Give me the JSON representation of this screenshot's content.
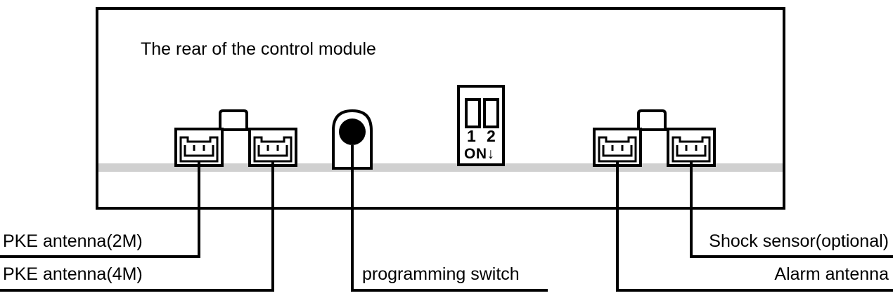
{
  "diagram": {
    "title": "The rear of the control module",
    "module": {
      "body_fill": "#ffffff",
      "outline_color": "#000000",
      "band_color": "#d0d0d0"
    },
    "dip_switch": {
      "position_labels": [
        "1",
        "2"
      ],
      "on_label": "ON",
      "arrow_glyph": "↓",
      "switch_states": [
        "off",
        "off"
      ]
    },
    "callouts": [
      {
        "id": "pke-antenna-2m",
        "label": "PKE antenna(2M)",
        "side": "left"
      },
      {
        "id": "pke-antenna-4m",
        "label": "PKE antenna(4M)",
        "side": "left"
      },
      {
        "id": "programming-switch",
        "label": "programming switch",
        "side": "center"
      },
      {
        "id": "shock-sensor",
        "label": "Shock sensor(optional)",
        "side": "right"
      },
      {
        "id": "alarm-antenna",
        "label": "Alarm antenna",
        "side": "right"
      }
    ]
  }
}
